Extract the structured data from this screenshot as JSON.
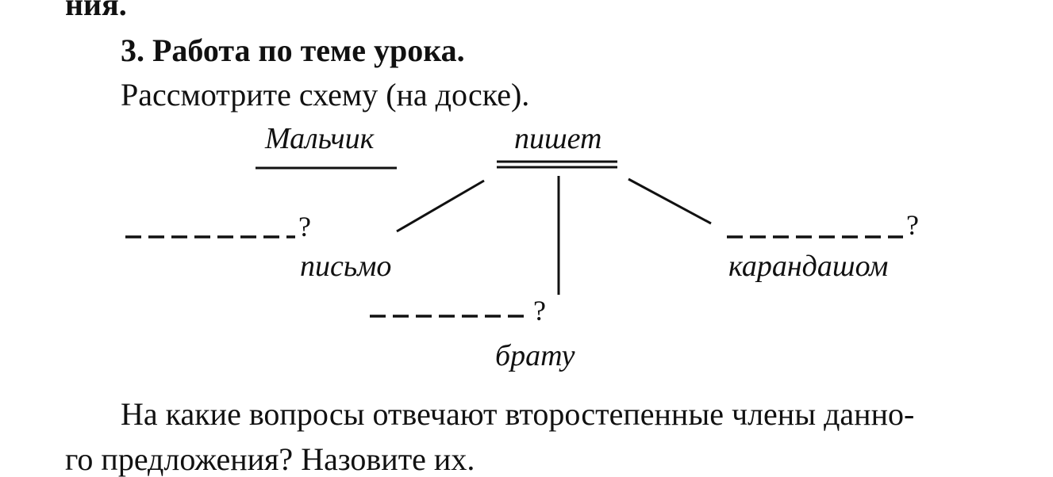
{
  "document": {
    "prev_line_fragment": "ния.",
    "heading": "3. Работа по теме урока.",
    "instruction": "Рассмотрите схему (на доске).",
    "question_line1": "На какие вопросы отвечают второстепенные члены данно-",
    "question_line2": "го предложения? Назовите их."
  },
  "diagram": {
    "subject": "Мальчик",
    "predicate": "пишет",
    "object1": "письмо",
    "object2": "карандашом",
    "object3": "брату",
    "question_mark": "?"
  }
}
